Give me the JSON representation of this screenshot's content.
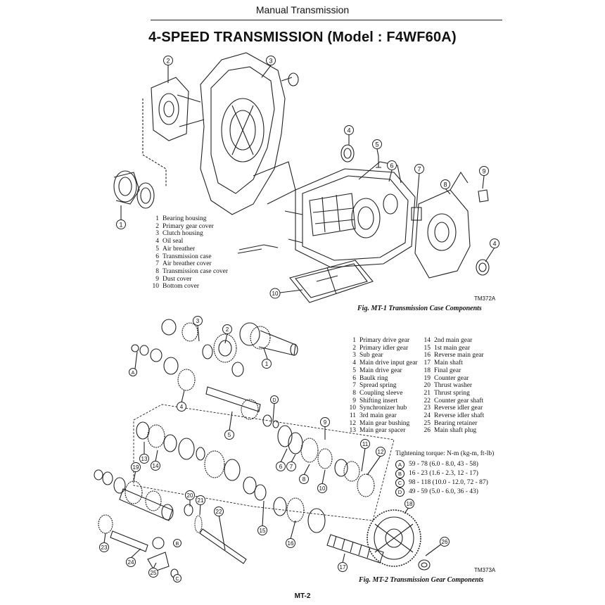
{
  "header": "Manual Transmission",
  "title": "4-SPEED TRANSMISSION (Model : F4WF60A)",
  "fig1": {
    "code": "TM372A",
    "caption": "Fig. MT-1  Transmission Case Components",
    "legend": [
      {
        "num": "1",
        "label": "Bearing housing"
      },
      {
        "num": "2",
        "label": "Primary gear cover"
      },
      {
        "num": "3",
        "label": "Clutch housing"
      },
      {
        "num": "4",
        "label": "Oil seal"
      },
      {
        "num": "5",
        "label": "Air breather"
      },
      {
        "num": "6",
        "label": "Transmission case"
      },
      {
        "num": "7",
        "label": "Air breather cover"
      },
      {
        "num": "8",
        "label": "Transmission case cover"
      },
      {
        "num": "9",
        "label": "Dust cover"
      },
      {
        "num": "10",
        "label": "Bottom cover"
      }
    ]
  },
  "fig2": {
    "code": "TM373A",
    "caption": "Fig. MT-2  Transmission Gear Components",
    "legend_left": [
      {
        "num": "1",
        "label": "Primary drive gear"
      },
      {
        "num": "2",
        "label": "Primary idler gear"
      },
      {
        "num": "3",
        "label": "Sub gear"
      },
      {
        "num": "4",
        "label": "Main drive input gear"
      },
      {
        "num": "5",
        "label": "Main drive gear"
      },
      {
        "num": "6",
        "label": "Baulk ring"
      },
      {
        "num": "7",
        "label": "Spread spring"
      },
      {
        "num": "8",
        "label": "Coupling sleeve"
      },
      {
        "num": "9",
        "label": "Shifting insert"
      },
      {
        "num": "10",
        "label": "Synchronizer hub"
      },
      {
        "num": "11",
        "label": "3rd main gear"
      },
      {
        "num": "12",
        "label": "Main gear bushing"
      },
      {
        "num": "13",
        "label": "Main gear spacer"
      }
    ],
    "legend_right": [
      {
        "num": "14",
        "label": "2nd main gear"
      },
      {
        "num": "15",
        "label": "1st main gear"
      },
      {
        "num": "16",
        "label": "Reverse main gear"
      },
      {
        "num": "17",
        "label": "Main shaft"
      },
      {
        "num": "18",
        "label": "Final gear"
      },
      {
        "num": "19",
        "label": "Counter gear"
      },
      {
        "num": "20",
        "label": "Thrust washer"
      },
      {
        "num": "21",
        "label": "Thrust spring"
      },
      {
        "num": "22",
        "label": "Counter gear shaft"
      },
      {
        "num": "23",
        "label": "Reverse idler gear"
      },
      {
        "num": "24",
        "label": "Reverse idler shaft"
      },
      {
        "num": "25",
        "label": "Bearing retainer"
      },
      {
        "num": "26",
        "label": "Main shaft plug"
      }
    ],
    "torque_title": "Tightening torque:  N-m (kg-m, ft-lb)",
    "torque": [
      {
        "letter": "A",
        "value": "59 - 78 (6.0 - 8.0, 43 - 58)"
      },
      {
        "letter": "B",
        "value": "16 - 23 (1.6 - 2.3, 12 - 17)"
      },
      {
        "letter": "C",
        "value": "98 - 118 (10.0 - 12.0, 72 - 87)"
      },
      {
        "letter": "D",
        "value": "49 - 59 (5.0 - 6.0, 36 - 43)"
      }
    ]
  },
  "callouts_fig1": [
    "1",
    "2",
    "3",
    "4",
    "4",
    "5",
    "6",
    "7",
    "8",
    "9",
    "10"
  ],
  "callouts_fig2": [
    "1",
    "2",
    "3",
    "4",
    "5",
    "6",
    "7",
    "8",
    "9",
    "10",
    "11",
    "12",
    "13",
    "14",
    "15",
    "16",
    "17",
    "18",
    "19",
    "20",
    "21",
    "22",
    "23",
    "24",
    "25",
    "26",
    "A",
    "B",
    "C",
    "D"
  ],
  "page_number": "MT-2"
}
